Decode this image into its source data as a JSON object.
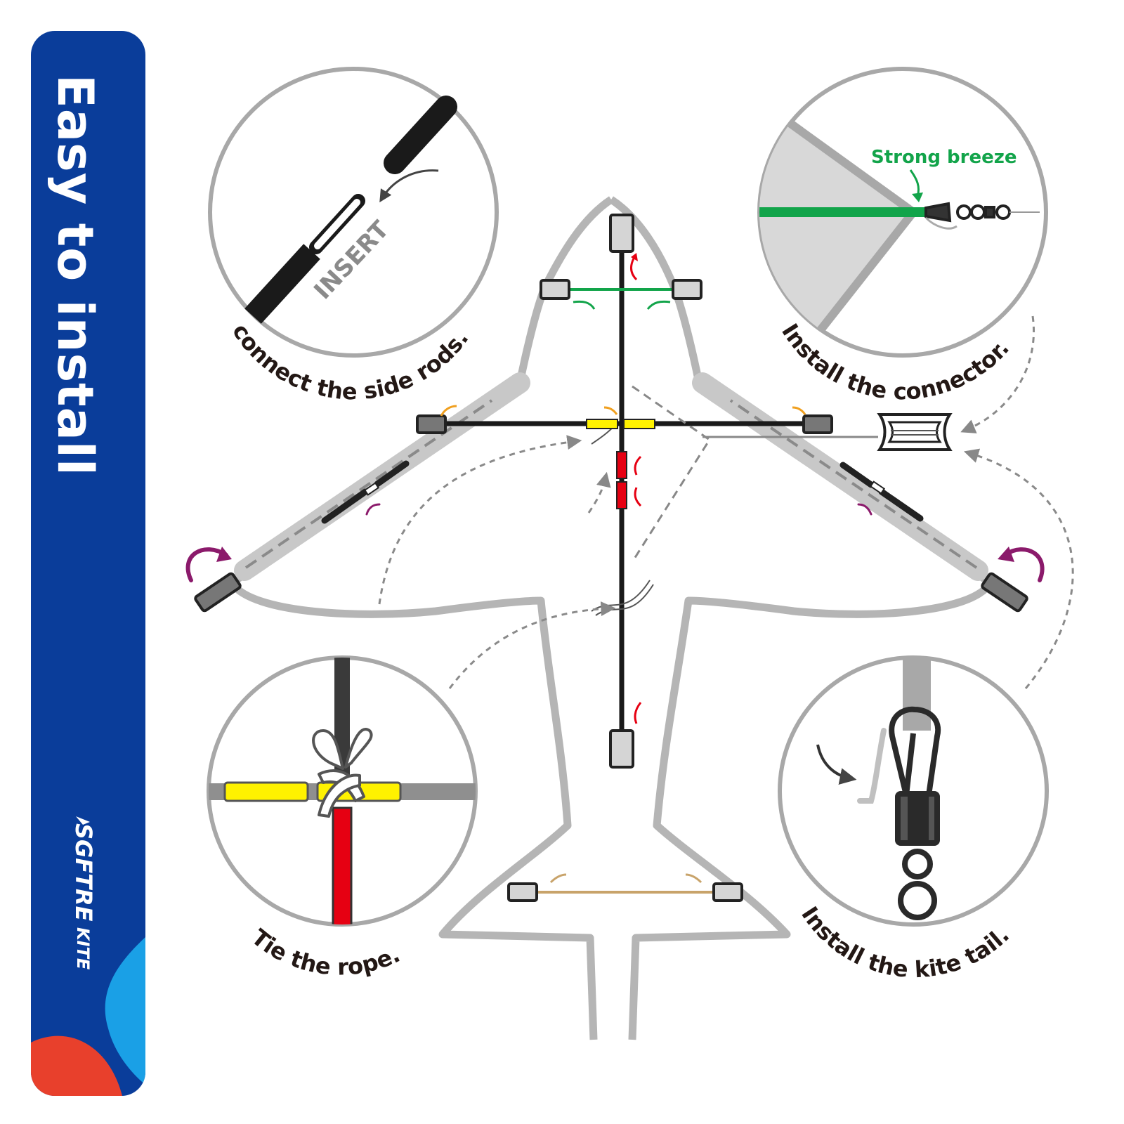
{
  "banner": {
    "title": "Easy to install",
    "brand": "SGFTRE",
    "brand_sub": "KITE",
    "color_primary": "#0a3d9a",
    "color_light": "#1aa0e6",
    "color_accent": "#e8402c"
  },
  "steps": {
    "side_rods": {
      "caption": "connect the side rods.",
      "label": "INSERT"
    },
    "connector": {
      "caption": "Install the connector.",
      "label": "Strong breeze"
    },
    "rope": {
      "caption": "Tie the rope."
    },
    "tail": {
      "caption": "Install the kite tail."
    }
  },
  "colors": {
    "green": "#12a44a",
    "yellow": "#fff200",
    "red": "#e60012",
    "magenta": "#8b1a6b",
    "orange": "#f0a020",
    "tan": "#c8a36a",
    "outline": "#a8a8a8"
  }
}
